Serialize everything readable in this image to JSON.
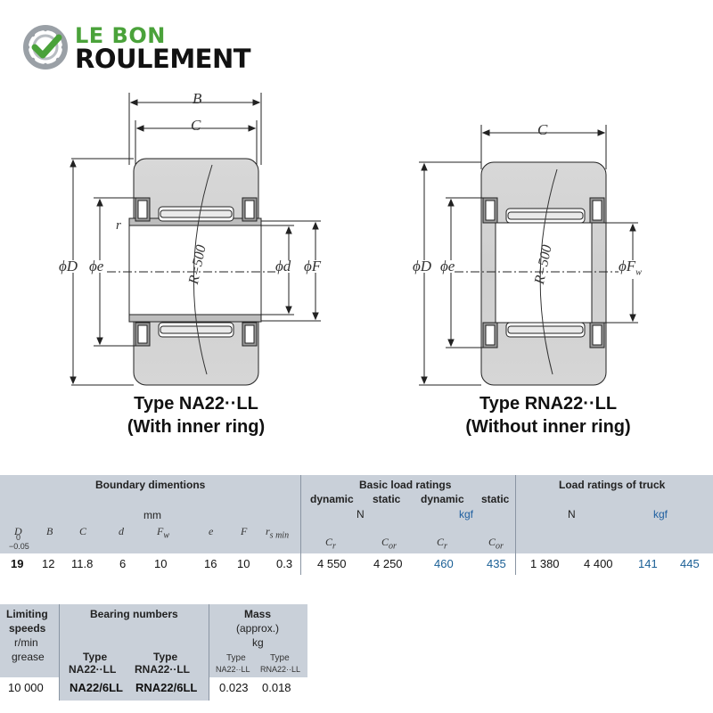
{
  "brand": {
    "line1": "LE BON",
    "line2": "ROULEMENT"
  },
  "drawing": {
    "left": {
      "dims": {
        "B": "B",
        "C": "C",
        "r": "r",
        "D": "ϕD",
        "e": "ϕe",
        "d": "ϕd",
        "F": "ϕF",
        "R": "R=500"
      },
      "caption1": "Type NA22··LL",
      "caption2": "(With inner ring)"
    },
    "right": {
      "dims": {
        "C": "C",
        "D": "ϕD",
        "e": "ϕe",
        "Fw": "ϕF",
        "w": "w",
        "R": "R=500"
      },
      "caption1": "Type RNA22··LL",
      "caption2": "(Without inner ring)"
    }
  },
  "table1": {
    "boundary_header": "Boundary dimentions",
    "boundary_unit": "mm",
    "basic_header": "Basic load ratings",
    "dynamic": "dynamic",
    "static": "static",
    "unit_N": "N",
    "unit_kgf": "kgf",
    "truck_header": "Load ratings of truck",
    "truck_N": "N",
    "truck_kgf": "kgf",
    "symbols": {
      "D": "D",
      "D_tol_top": "0",
      "D_tol_bot": "−0.05",
      "B": "B",
      "C": "C",
      "d": "d",
      "Fw": "F",
      "Fw_sub": "w",
      "e": "e",
      "F": "F",
      "rs": "r",
      "rs_sub": "s min",
      "Cr1": "C",
      "Cr1_sub": "r",
      "Cor1": "C",
      "Cor1_sub": "or",
      "Cr2": "C",
      "Cr2_sub": "r",
      "Cor2": "C",
      "Cor2_sub": "or"
    },
    "row": {
      "D": "19",
      "B": "12",
      "C": "11.8",
      "d": "6",
      "Fw": "10",
      "e": "16",
      "F": "10",
      "rs": "0.3",
      "Cr_N": "4 550",
      "Cor_N": "4 250",
      "Cr_kgf": "460",
      "Cor_kgf": "435",
      "truck_N1": "1 380",
      "truck_N2": "4 400",
      "truck_kgf1": "141",
      "truck_kgf2": "445"
    }
  },
  "table2": {
    "limiting": "Limiting",
    "speeds": "speeds",
    "rmin": "r/min",
    "grease": "grease",
    "bearing_numbers": "Bearing numbers",
    "type": "Type",
    "type_na": "NA22··LL",
    "type_rna": "RNA22··LL",
    "mass": "Mass",
    "approx": "(approx.)",
    "kg": "kg",
    "mass_type": "Type",
    "mass_na": "NA22··LL",
    "mass_rna": "RNA22··LL",
    "row": {
      "speed": "10 000",
      "na": "NA22/6LL",
      "rna": "RNA22/6LL",
      "mass_na": "0.023",
      "mass_rna": "0.018"
    }
  }
}
